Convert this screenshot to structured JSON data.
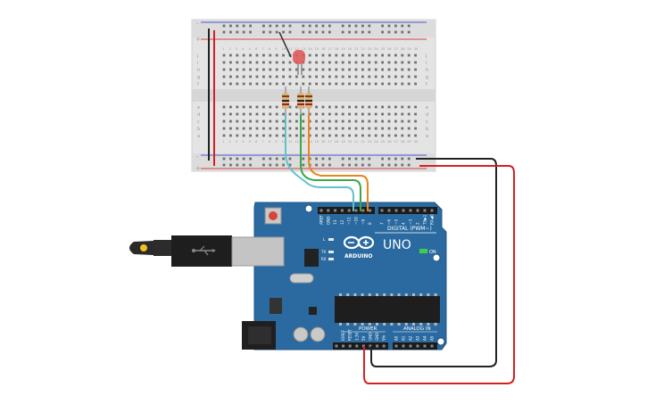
{
  "board": {
    "brand": "ARDUINO",
    "model": "UNO",
    "on_label": "ON",
    "digital_label": "DIGITAL (PWM~)",
    "power_label": "POWER",
    "analog_label": "ANALOG IN",
    "tx_label": "TX",
    "rx_label": "RX",
    "l_label": "L",
    "top_header_labels": [
      "AREF",
      "GND",
      "13",
      "12",
      "~11",
      "~10",
      "~9",
      "8",
      "7",
      "~6",
      "~5",
      "4",
      "~3",
      "2",
      "TX▶1",
      "RX◀0"
    ],
    "power_header_labels": [
      "IOREF",
      "RESET",
      "3.3V",
      "5V",
      "GND",
      "GND",
      "Vin"
    ],
    "analog_header_labels": [
      "A0",
      "A1",
      "A2",
      "A3",
      "A4",
      "A5"
    ]
  },
  "breadboard": {
    "row_letters_top": [
      "j",
      "i",
      "h",
      "g",
      "f"
    ],
    "row_letters_bottom": [
      "e",
      "d",
      "c",
      "b",
      "a"
    ],
    "column_numbers": [
      "1",
      "2",
      "3",
      "4",
      "5",
      "6",
      "7",
      "8",
      "9",
      "10",
      "11",
      "12",
      "13",
      "14",
      "15",
      "16",
      "17",
      "18",
      "19",
      "20",
      "21",
      "22",
      "23",
      "24",
      "25",
      "26",
      "27",
      "28",
      "29",
      "30"
    ],
    "rail_plus": "+",
    "rail_minus": "-"
  },
  "colors": {
    "pcb": "#2a6aa0",
    "wire_cyan": "#5fc4c8",
    "wire_green": "#3aa84a",
    "wire_orange": "#e8861a",
    "wire_red": "#d42020",
    "wire_black": "#222222",
    "led": "#e05a5a"
  }
}
